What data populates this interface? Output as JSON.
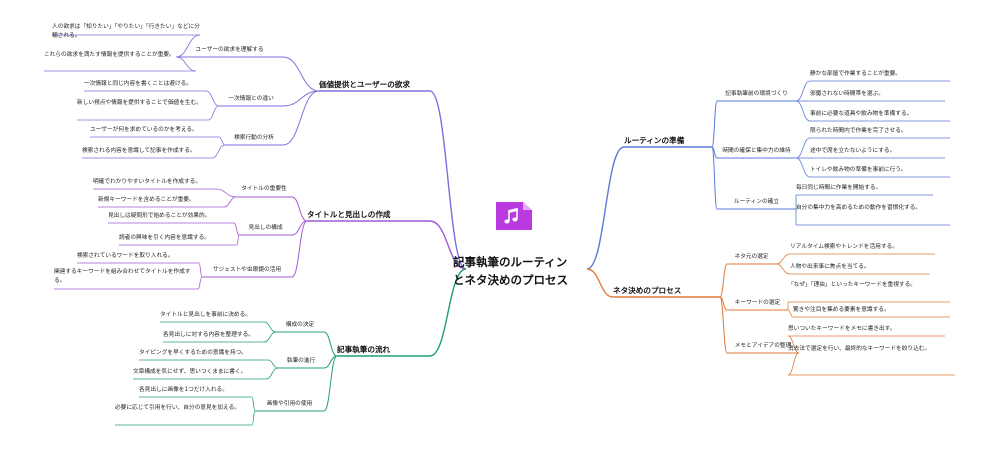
{
  "central": {
    "line1": "記事執筆のルーティン",
    "line2": "とネタ決めのプロセス",
    "icon": "music-note-file-icon"
  },
  "colors": {
    "branch1": "#7b70de",
    "branch2": "#a05ad6",
    "branch3": "#22a06a",
    "branch4": "#5a7ad8",
    "branch5": "#e07a3a"
  },
  "branches": [
    {
      "title": "価値提供とユーザーの欲求",
      "subs": [
        {
          "label": "ユーザーの欲求を理解する",
          "leaves": [
            "人の欲求は「知りたい」「やりたい」「行きたい」などに分類される。",
            "これらの欲求を満たす情報を提供することが重要。"
          ]
        },
        {
          "label": "一次情報との違い",
          "leaves": [
            "一次情報と同じ内容を書くことは避ける。",
            "新しい視点や情報を提供することで価値を生む。"
          ]
        },
        {
          "label": "検索行動の分析",
          "leaves": [
            "ユーザーが何を求めているのかを考える。",
            "検索される内容を意識して記事を作成する。"
          ]
        }
      ]
    },
    {
      "title": "タイトルと見出しの作成",
      "subs": [
        {
          "label": "タイトルの重要性",
          "leaves": [
            "明確でわかりやすいタイトルを作成する。",
            "新規キーワードを含めることが重要。"
          ]
        },
        {
          "label": "見出しの構成",
          "leaves": [
            "見出しは疑問形で始めることが効果的。",
            "読者の興味を引く内容を意識する。"
          ]
        },
        {
          "label": "サジェストや虫眼鏡の活用",
          "leaves": [
            "検索されているワードを取り入れる。",
            "関連するキーワードを組み合わせてタイトルを作成する。"
          ]
        }
      ]
    },
    {
      "title": "記事執筆の流れ",
      "subs": [
        {
          "label": "構成の決定",
          "leaves": [
            "タイトルと見出しを事前に決める。",
            "各見出しに対する内容を整理する。"
          ]
        },
        {
          "label": "執筆の進行",
          "leaves": [
            "タイピングを早くするための意識を持つ。",
            "文章構成を気にせず、思いつくままに書く。"
          ]
        },
        {
          "label": "画像や引用の使用",
          "leaves": [
            "各見出しに画像を1つだけ入れる。",
            "必要に応じて引用を行い、自分の意見を加える。"
          ]
        }
      ]
    },
    {
      "title": "ルーティンの準備",
      "subs": [
        {
          "label": "記事執筆前の環境づくり",
          "leaves": [
            "静かな部屋で作業することが重要。",
            "邪魔されない時間帯を選ぶ。",
            "事前に必要な道具や飲み物を準備する。"
          ]
        },
        {
          "label": "時間の確保と集中力の維持",
          "leaves": [
            "限られた時間内で作業を完了させる。",
            "途中で席を立たないようにする。",
            "トイレや飲み物の準備を事前に行う。"
          ]
        },
        {
          "label": "ルーティンの確立",
          "leaves": [
            "毎日同じ時間に作業を開始する。",
            "自分の集中力を高めるための動作を習慣化する。"
          ]
        }
      ]
    },
    {
      "title": "ネタ決めのプロセス",
      "subs": [
        {
          "label": "ネタ元の選定",
          "leaves": [
            "リアルタイム検索やトレンドを活用する。",
            "人物や出来事に焦点を当てる。"
          ]
        },
        {
          "label": "キーワードの選定",
          "leaves": [
            "「なぜ」「理由」といったキーワードを重視する。",
            "驚きや注目を集める要素を意識する。"
          ]
        },
        {
          "label": "メモとアイデアの整理",
          "leaves": [
            "思いついたキーワードをメモに書き出す。",
            "消去法で選定を行い、最終的なキーワードを絞り込む。"
          ]
        }
      ]
    }
  ]
}
